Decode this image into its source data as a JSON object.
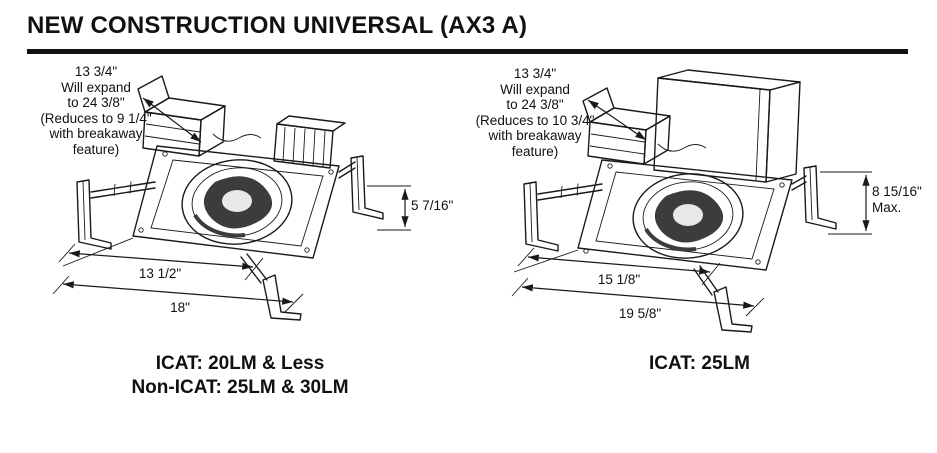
{
  "title": "NEW CONSTRUCTION UNIVERSAL (AX3 A)",
  "colors": {
    "ink": "#1a1a1a",
    "paper": "#ffffff"
  },
  "figures": {
    "left": {
      "expand_note": "13 3/4\"\nWill expand\nto 24 3/8\"\n(Reduces to 9 1/4\"\nwith breakaway\nfeature)",
      "height_dim": "5 7/16\"",
      "inner_width_dim": "13 1/2\"",
      "outer_width_dim": "18\"",
      "caption": "ICAT: 20LM & Less\nNon-ICAT: 25LM & 30LM"
    },
    "right": {
      "expand_note": "13 3/4\"\nWill expand\nto 24 3/8\"\n(Reduces to 10 3/4\"\nwith breakaway\nfeature)",
      "height_dim": "8 15/16\"\nMax.",
      "inner_width_dim": "15 1/8\"",
      "outer_width_dim": "19 5/8\"",
      "caption": "ICAT: 25LM"
    }
  }
}
